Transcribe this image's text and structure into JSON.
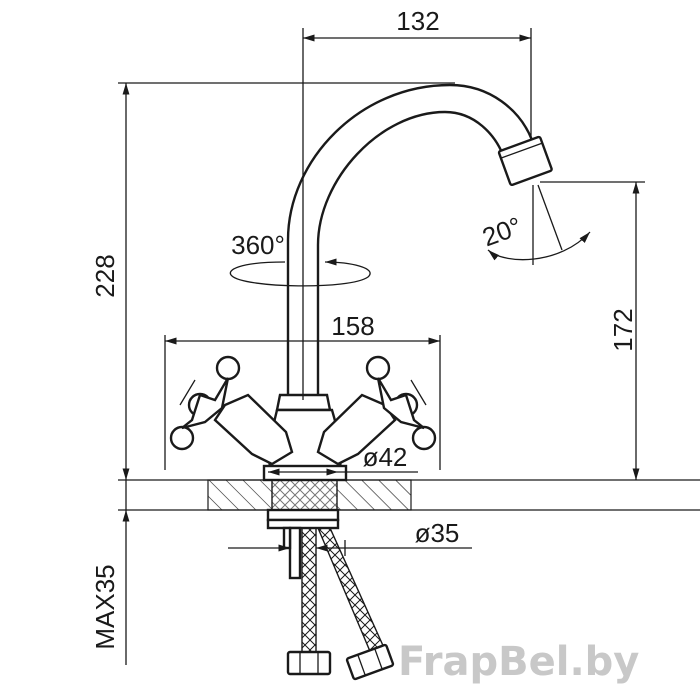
{
  "dimensions": {
    "spout_reach": "132",
    "total_height": "228",
    "spout_height": "172",
    "handle_span": "158",
    "swivel_angle": "360°",
    "spout_tilt": "20°",
    "base_diameter": "ø42",
    "shank_diameter": "ø35",
    "max_counter_thickness": "MAX35"
  },
  "watermark": "FrapBel.by",
  "colors": {
    "line": "#1a1a1a",
    "background": "#ffffff",
    "watermark": "#c8c8c8"
  }
}
